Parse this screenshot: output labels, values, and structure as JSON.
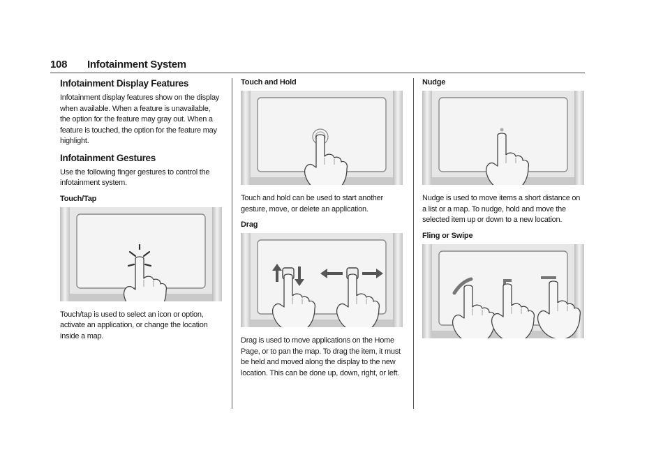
{
  "header": {
    "page_number": "108",
    "section": "Infotainment System"
  },
  "col1": {
    "heading_features": "Infotainment Display Features",
    "features_text": "Infotainment display features show on the display when available. When a feature is unavailable, the option for the feature may gray out. When a feature is touched, the option for the feature may highlight.",
    "heading_gestures": "Infotainment Gestures",
    "gestures_text": "Use the following finger gestures to control the infotainment system.",
    "touch_tap_label": "Touch/Tap",
    "touch_tap_text": "Touch/tap is used to select an icon or option, activate an application, or change the location inside a map."
  },
  "col2": {
    "touch_hold_label": "Touch and Hold",
    "touch_hold_text": "Touch and hold can be used to start another gesture, move, or delete an application.",
    "drag_label": "Drag",
    "drag_text": "Drag is used to move applications on the Home Page, or to pan the map. To drag the item, it must be held and moved along the display to the new location. This can be done up, down, right, or left."
  },
  "col3": {
    "nudge_label": "Nudge",
    "nudge_text": "Nudge is used to move items a short distance on a list or a map. To nudge, hold and move the selected item up or down to a new location.",
    "fling_label": "Fling or Swipe"
  }
}
